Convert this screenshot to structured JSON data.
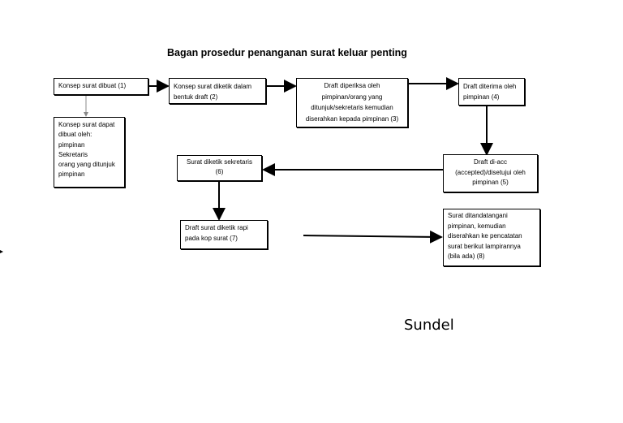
{
  "title": "Bagan  prosedur  penanganan surat  keluar  penting",
  "boxes": {
    "b1": "Konsep  surat  dibuat        (1)",
    "b1note": "Konsep surat dapat\ndibuat oleh:\npimpinan\nSekretaris\n orang yang ditunjuk\npimpinan",
    "b2": "Konsep surat diketik dalam\nbentuk draft  (2)",
    "b3": "Draft diperiksa oleh\npimpinan/orang yang\nditunjuk/sekretaris kemudian\ndiserahkan kepada pimpinan (3)",
    "b4": "Draft diterima oleh\npimpinan (4)",
    "b5": "Draft  di-acc\n(accepted)/disetujui oleh\npimpinan  (5)",
    "b6": "Surat diketik  sekretaris\n(6)",
    "b7": "Draft surat diketik rapi\npada kop surat (7)",
    "b8": "Surat  ditandatangani\npimpinan, kemudian\ndiserahkan ke pencatatan\nsurat berikut lampirannya\n(bila ada) (8)"
  },
  "signature": "Sundel"
}
